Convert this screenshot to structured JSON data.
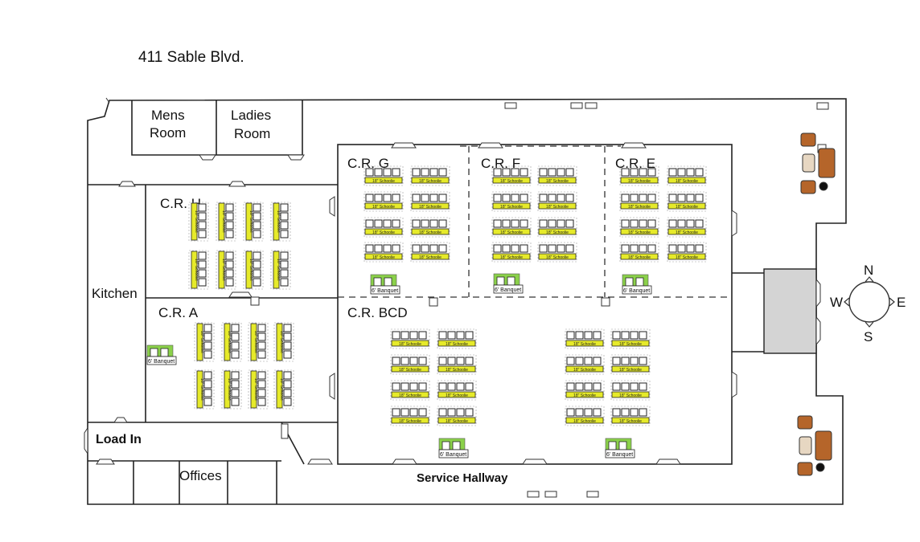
{
  "address": "411 Sable Blvd.",
  "rooms": {
    "mens_room": [
      "Mens",
      "Room"
    ],
    "ladies_room": [
      "Ladies",
      "Room"
    ],
    "kitchen": "Kitchen",
    "crh": "C.R. H",
    "cra": "C.R. A",
    "crg": "C.R. G",
    "crf": "C.R. F",
    "cre": "C.R. E",
    "crbcd": "C.R. BCD",
    "load_in": "Load In",
    "offices": "Offices",
    "service_hallway": "Service Hallway"
  },
  "table_labels": {
    "schoolie": "18\" Schoolie",
    "banquet": "6' Banquet"
  },
  "compass": {
    "n": "N",
    "s": "S",
    "e": "E",
    "w": "W"
  },
  "colors": {
    "schoolie": "#e6ea2a",
    "banquet": "#8bd14a",
    "stage": "#d4d4d4",
    "sofa": "#b5652a",
    "chair": "#e7d7c2"
  }
}
